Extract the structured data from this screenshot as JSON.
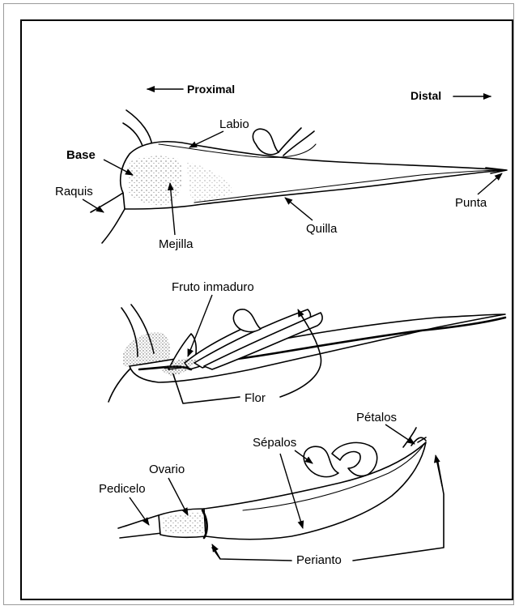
{
  "figure": {
    "direction": {
      "proximal": "Proximal",
      "distal": "Distal"
    },
    "bract_labels": {
      "labio": "Labio",
      "base": "Base",
      "raquis": "Raquis",
      "mejilla": "Mejilla",
      "quilla": "Quilla",
      "punta": "Punta"
    },
    "flower_in_bract_labels": {
      "fruto_inmaduro": "Fruto inmaduro",
      "flor": "Flor"
    },
    "flower_labels": {
      "petalos": "Pétalos",
      "sepalos": "Sépalos",
      "ovario": "Ovario",
      "pedicelo": "Pedicelo",
      "perianto": "Perianto"
    }
  }
}
